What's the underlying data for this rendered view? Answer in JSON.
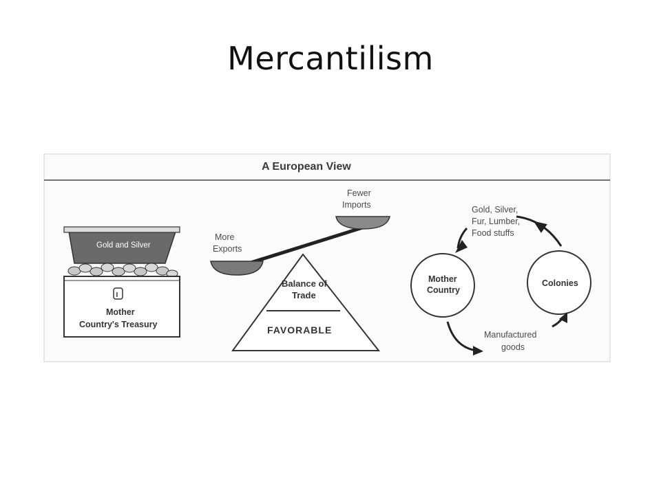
{
  "slide": {
    "title": "Mercantilism"
  },
  "figure": {
    "heading": "A European View",
    "treasury": {
      "chest_label": "Gold and Silver",
      "coin_symbol": "I",
      "caption_line1": "Mother",
      "caption_line2": "Country's Treasury"
    },
    "scale": {
      "left_pan_line1": "More",
      "left_pan_line2": "Exports",
      "right_pan_line1": "Fewer",
      "right_pan_line2": "Imports",
      "pyramid_line1": "Balance of",
      "pyramid_line2": "Trade",
      "pyramid_base": "FAVORABLE"
    },
    "cycle": {
      "mother_line1": "Mother",
      "mother_line2": "Country",
      "colonies": "Colonies",
      "top_line1": "Gold, Silver,",
      "top_line2": "Fur, Lumber,",
      "top_line3": "Food stuffs",
      "bottom_line1": "Manufactured",
      "bottom_line2": "goods"
    },
    "colors": {
      "ink": "#3a3a3a",
      "dark_fill": "#6a6a6a",
      "panel_bg": "#fbfbfb"
    }
  }
}
